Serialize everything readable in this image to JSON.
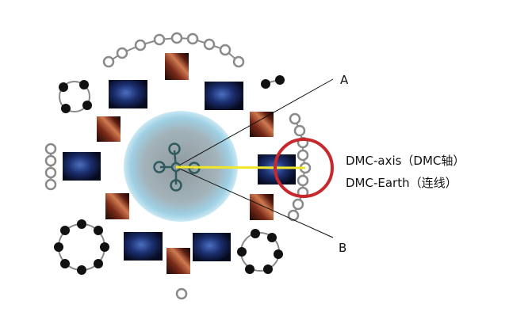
{
  "labels": {
    "a": "A",
    "b": "B",
    "dmc_axis": "DMC-axis（DMC轴）",
    "dmc_earth": "DMC-Earth（连线）"
  },
  "colors": {
    "highlight_circle": "#c8282d",
    "axis_line": "#f0e62a",
    "sphere": "#9fc9dc"
  }
}
